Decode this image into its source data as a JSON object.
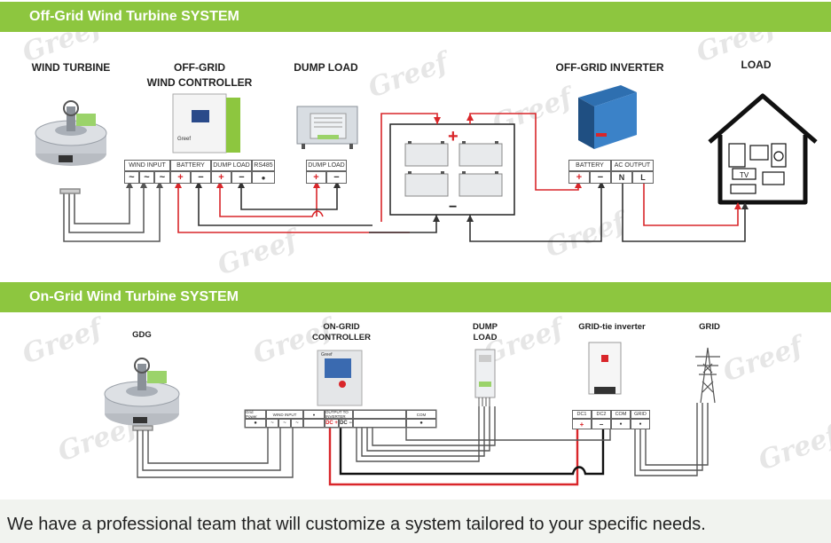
{
  "colors": {
    "banner": "#8dc63f",
    "footer_bg": "#f1f3ef",
    "wire_red": "#d9262a",
    "wire_dark": "#333333"
  },
  "watermark": "Greef",
  "offgrid": {
    "banner_title": "Off-Grid Wind Turbine SYSTEM",
    "turbine_label": "WIND TURBINE",
    "controller_label": "OFF-GRID\nWIND CONTROLLER",
    "controller_line1": "OFF-GRID",
    "controller_line2": "WIND CONTROLLER",
    "dumpload_label": "DUMP LOAD",
    "inverter_label": "OFF-GRID INVERTER",
    "load_label": "LOAD",
    "controller_terminals": {
      "wind_input": "WIND INPUT",
      "battery": "BATTERY",
      "dump_load": "DUMP LOAD",
      "rs485": "RS485"
    },
    "dumpload_terminal": "DUMP LOAD",
    "inverter_terminals": {
      "battery": "BATTERY",
      "ac_output": "AC OUTPUT",
      "n": "N",
      "l": "L"
    },
    "symbols": {
      "ac": "~",
      "plus": "+",
      "minus": "−",
      "dot": "●"
    },
    "battery_plus": "+",
    "battery_minus": "−",
    "tv_label": "TV"
  },
  "ongrid": {
    "banner_title": "On-Grid Wind Turbine SYSTEM",
    "gdg_label": "GDG",
    "controller_line1": "ON-GRID",
    "controller_line2": "CONTROLLER",
    "dump_line1": "DUMP",
    "dump_line2": "LOAD",
    "inverter_label": "GRID-tie inverter",
    "grid_label": "GRID",
    "controller_terminals": {
      "grid_power": "Grid Power",
      "wind_input": "WIND INPUT",
      "output_to_inverter": "OUTPUT TO INVERTER",
      "dc_plus": "DC +",
      "dc_minus": "DC −",
      "com": "COM"
    },
    "inverter_terminals": {
      "dc1": "DC1",
      "dc2": "DC2",
      "com": "COM",
      "grid": "GRID"
    }
  },
  "footer": {
    "text": "We have a professional team that will customize a system tailored to your specific needs."
  }
}
